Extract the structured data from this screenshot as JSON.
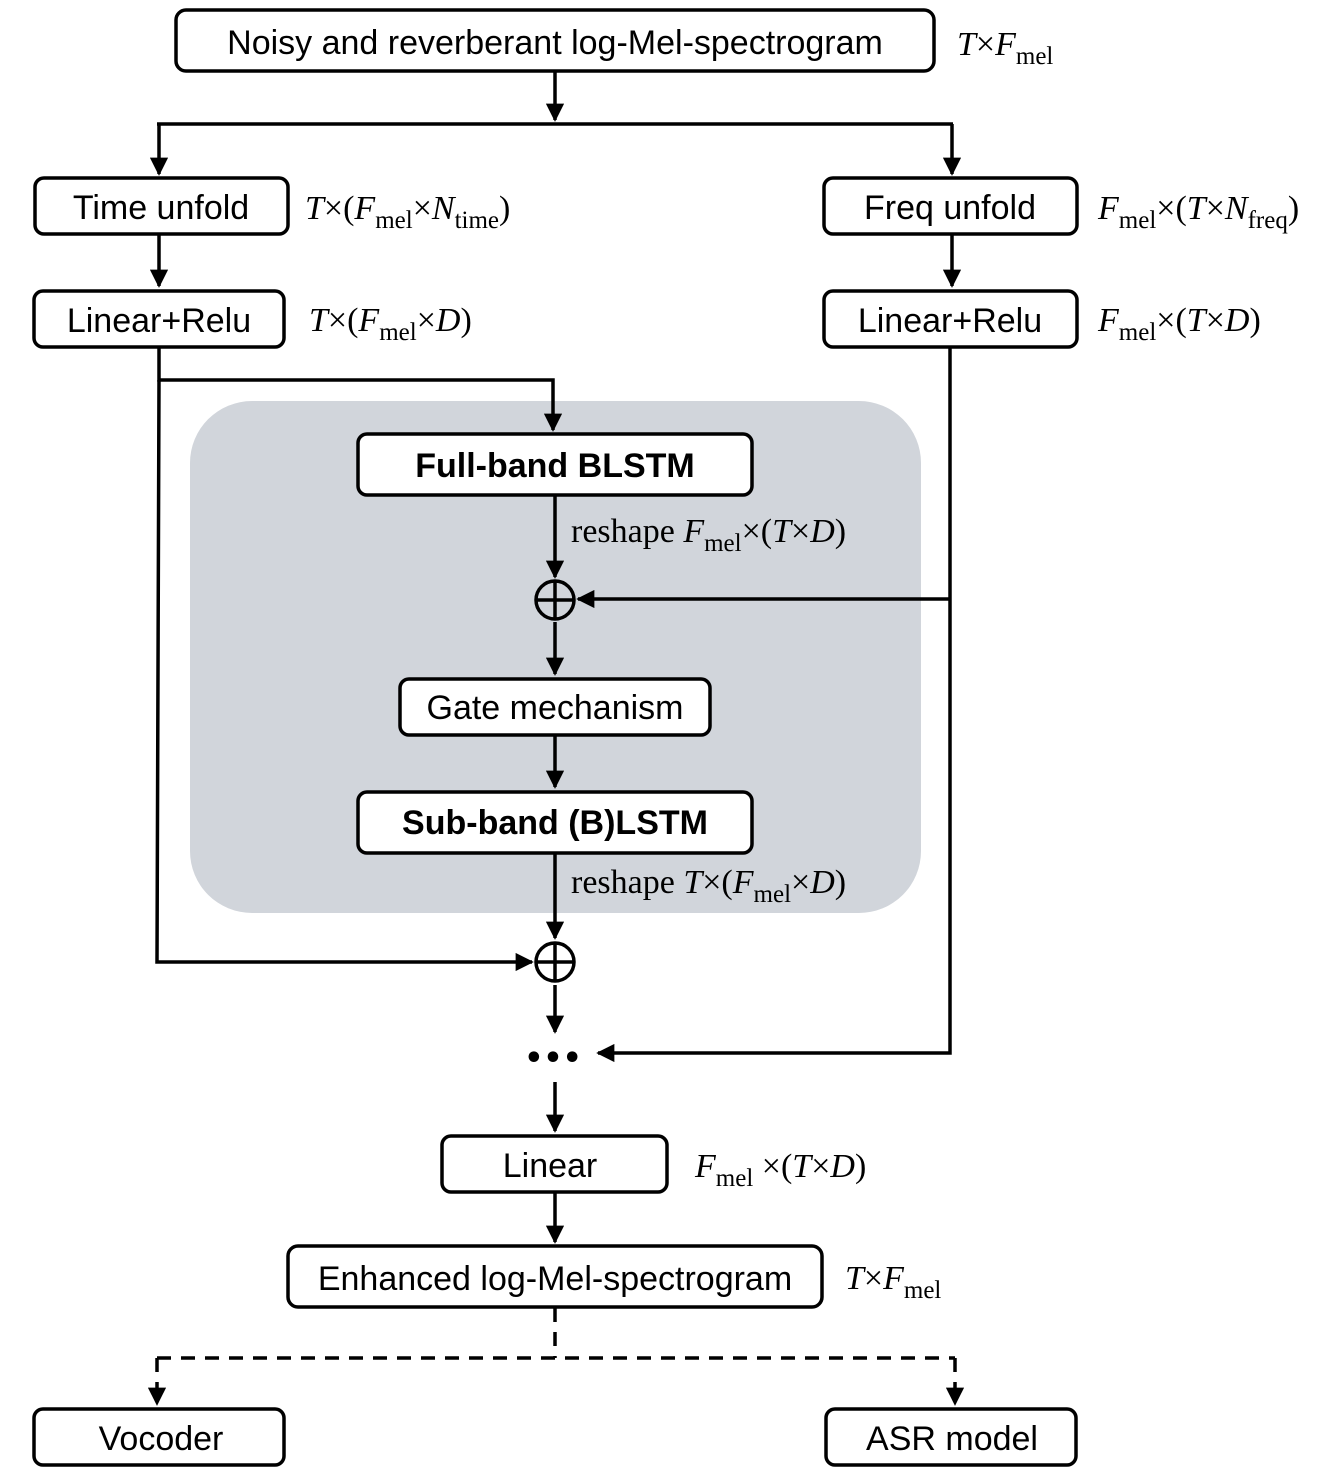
{
  "nodes": {
    "input": "Noisy and reverberant log-Mel-spectrogram",
    "time_unfold": "Time unfold",
    "freq_unfold": "Freq unfold",
    "linear_relu_left": "Linear+Relu",
    "linear_relu_right": "Linear+Relu",
    "fullband": "Full-band BLSTM",
    "gate": "Gate mechanism",
    "subband": "Sub-band (B)LSTM",
    "ellipsis": "•••",
    "linear": "Linear",
    "enhanced": "Enhanced log-Mel-spectrogram",
    "vocoder": "Vocoder",
    "asr": "ASR model"
  },
  "dims": {
    "input": {
      "T": "T",
      "x": "×",
      "F": "F",
      "mel": "mel"
    },
    "time_unfold": {
      "T": "T",
      "x1": "×(",
      "F": "F",
      "mel": "mel",
      "x2": "×",
      "N": "N",
      "time": "time",
      "close": ")"
    },
    "freq_unfold": {
      "F": "F",
      "mel": "mel",
      "x1": "×(",
      "T": "T",
      "x2": "×",
      "N": "N",
      "freq": "freq",
      "close": ")"
    },
    "linear_relu_left": {
      "T": "T",
      "x1": "×(",
      "F": "F",
      "mel": "mel",
      "x2": "×",
      "D": "D",
      "close": ")"
    },
    "linear_relu_right": {
      "F": "F",
      "mel": "mel",
      "x1": "×(",
      "T": "T",
      "x2": "×",
      "D": "D",
      "close": ")"
    },
    "reshape1": {
      "word": "reshape ",
      "F": "F",
      "mel": "mel",
      "x1": "×(",
      "T": "T",
      "x2": "×",
      "D": "D",
      "close": ")"
    },
    "reshape2": {
      "word": "reshape ",
      "T": "T",
      "x1": "×(",
      "F": "F",
      "mel": "mel",
      "x2": "×",
      "D": "D",
      "close": ")"
    },
    "linear": {
      "F": "F",
      "mel": "mel",
      "x1": " ×(",
      "T": "T",
      "x2": "×",
      "D": "D",
      "close": ")"
    },
    "enhanced": {
      "T": "T",
      "x": "×",
      "F": "F",
      "mel": "mel"
    }
  },
  "colors": {
    "block_background": "#d1d5db",
    "stroke": "#000000",
    "box_fill": "#ffffff"
  }
}
